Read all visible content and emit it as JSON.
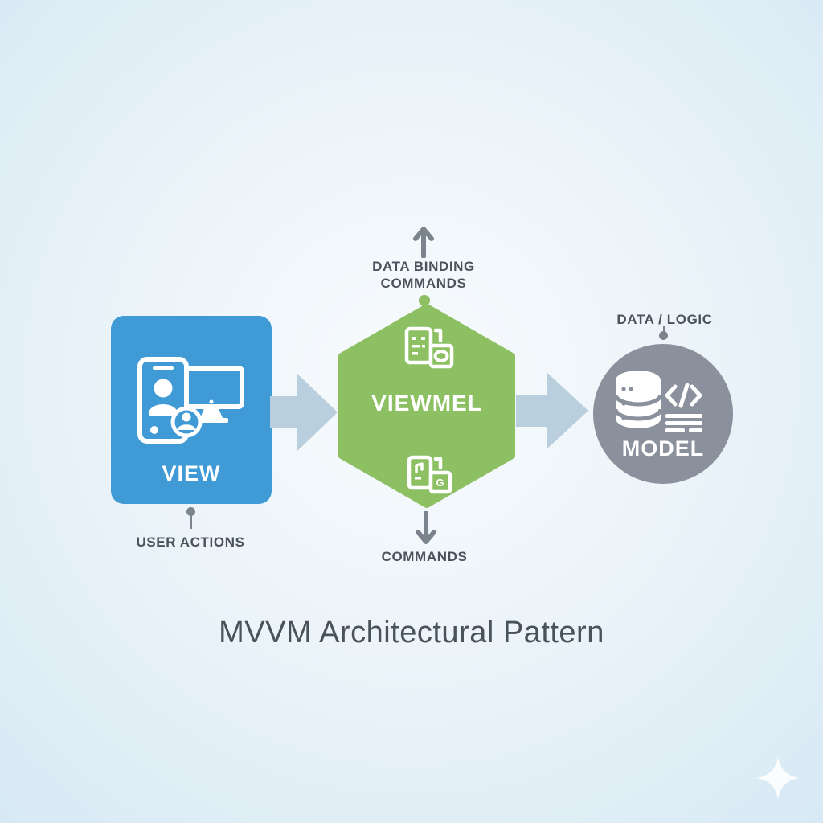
{
  "title": "MVVM Architectural Pattern",
  "colors": {
    "background_edge": "#d7e9f4",
    "background_center": "#f8fbfd",
    "view_blue": "#3f9ad6",
    "viewmodel_green": "#8cc063",
    "model_gray": "#8a919d",
    "flow_arrow_blue": "#b9cfdd",
    "connector_gray": "#7b838d",
    "label_text": "#4a525c"
  },
  "nodes": {
    "view": {
      "label": "VIEW",
      "icon": "phone-and-monitor-icon",
      "annotation": "USER ACTIONS"
    },
    "viewmodel": {
      "label": "VIEWMEL",
      "icon_top": "data-binding-document-icon",
      "icon_bottom": "commands-document-icon",
      "annotation_top": [
        "DATA BINDING",
        "COMMANDS"
      ],
      "annotation_bottom": "COMMANDS"
    },
    "model": {
      "label": "MODEL",
      "icon": "database-and-code-icon",
      "annotation": "DATA / LOGIC"
    }
  }
}
